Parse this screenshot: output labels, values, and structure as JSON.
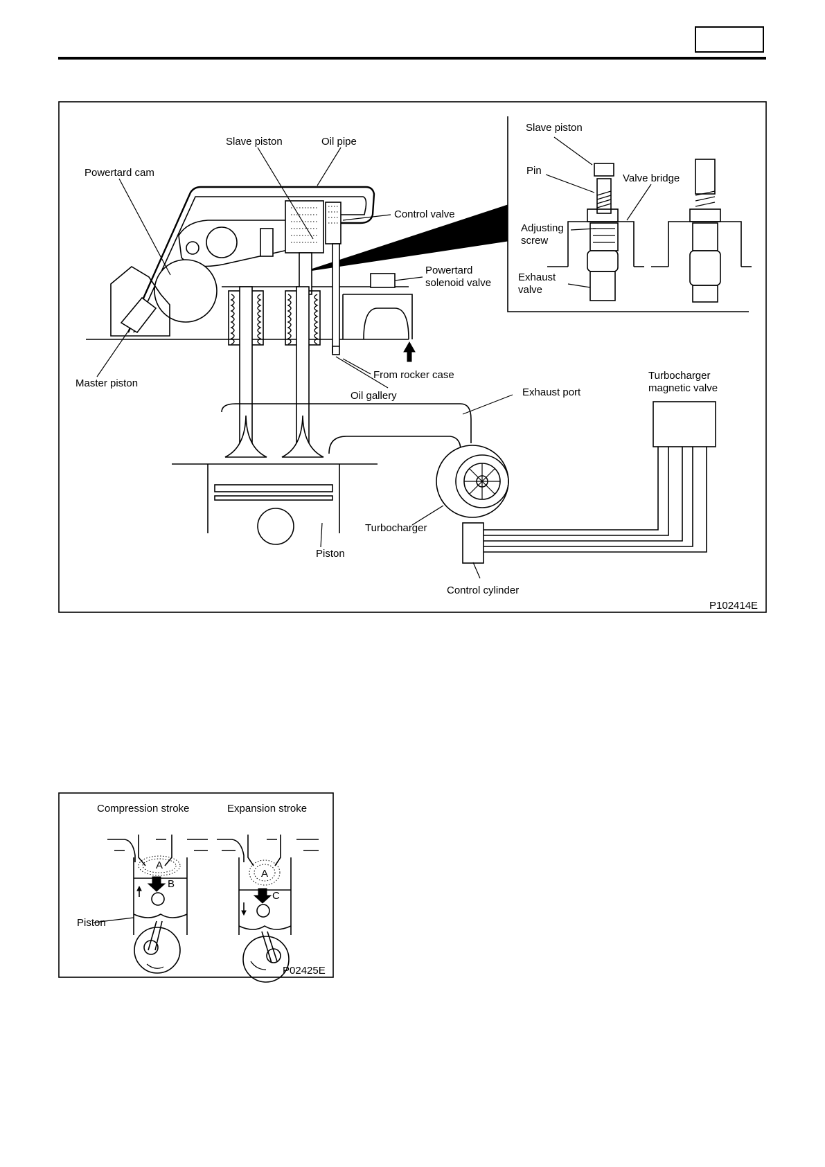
{
  "header": {
    "page_box_text": ""
  },
  "figure1": {
    "code": "P102414E",
    "labels": {
      "slave_piston": "Slave piston",
      "oil_pipe": "Oil pipe",
      "powertard_cam": "Powertard cam",
      "control_valve": "Control valve",
      "powertard_solenoid_line1": "Powertard",
      "powertard_solenoid_line2": "solenoid valve",
      "master_piston": "Master piston",
      "from_rocker_case": "From rocker case",
      "oil_gallery": "Oil gallery",
      "exhaust_port": "Exhaust port",
      "turbo_magnetic_line1": "Turbocharger",
      "turbo_magnetic_line2": "magnetic valve",
      "turbocharger": "Turbocharger",
      "piston": "Piston",
      "control_cylinder": "Control cylinder"
    },
    "inset_labels": {
      "slave_piston": "Slave piston",
      "pin": "Pin",
      "valve_bridge": "Valve bridge",
      "adjusting_line1": "Adjusting",
      "adjusting_line2": "screw",
      "exhaust_line1": "Exhaust",
      "exhaust_line2": "valve"
    }
  },
  "figure2": {
    "code": "P02425E",
    "compression_stroke": "Compression stroke",
    "expansion_stroke": "Expansion stroke",
    "piston": "Piston",
    "label_a_left": "A",
    "label_b": "B",
    "label_a_right": "A",
    "label_c": "C"
  }
}
